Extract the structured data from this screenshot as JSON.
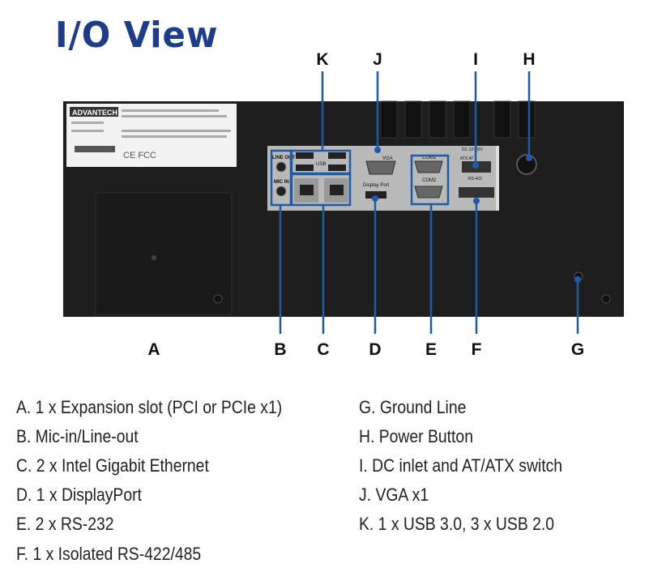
{
  "title": "I/O View",
  "device": {
    "brand_label": "ADVANTECH",
    "usb_label": "USB",
    "line_out_label": "LINE OUT",
    "mic_in_label": "MIC IN",
    "vga_label": "VGA",
    "displayport_label": "Display Port",
    "com1_label": "COM1",
    "com2_label": "COM2",
    "dc_label": "DC 12~32V",
    "at_atx_label": "ATX  AT",
    "rs422_label": "RS-422",
    "cert_label": "CE FCC",
    "accent_color": "#1e5aa8"
  },
  "callouts_top": [
    "K",
    "J",
    "I",
    "H"
  ],
  "callouts_bottom": [
    "A",
    "B",
    "C",
    "D",
    "E",
    "F",
    "G"
  ],
  "legend_left": [
    "A.  1 x Expansion slot (PCI or PCIe x1)",
    "B.  Mic-in/Line-out",
    "C.  2 x Intel Gigabit Ethernet",
    "D.  1 x DisplayPort",
    "E.  2 x RS-232",
    "F.  1 x Isolated RS-422/485"
  ],
  "legend_right": [
    "G.  Ground Line",
    "H.  Power Button",
    "I.   DC inlet and AT/ATX switch",
    "J.  VGA x1",
    "K.  1 x USB 3.0, 3 x USB 2.0"
  ]
}
